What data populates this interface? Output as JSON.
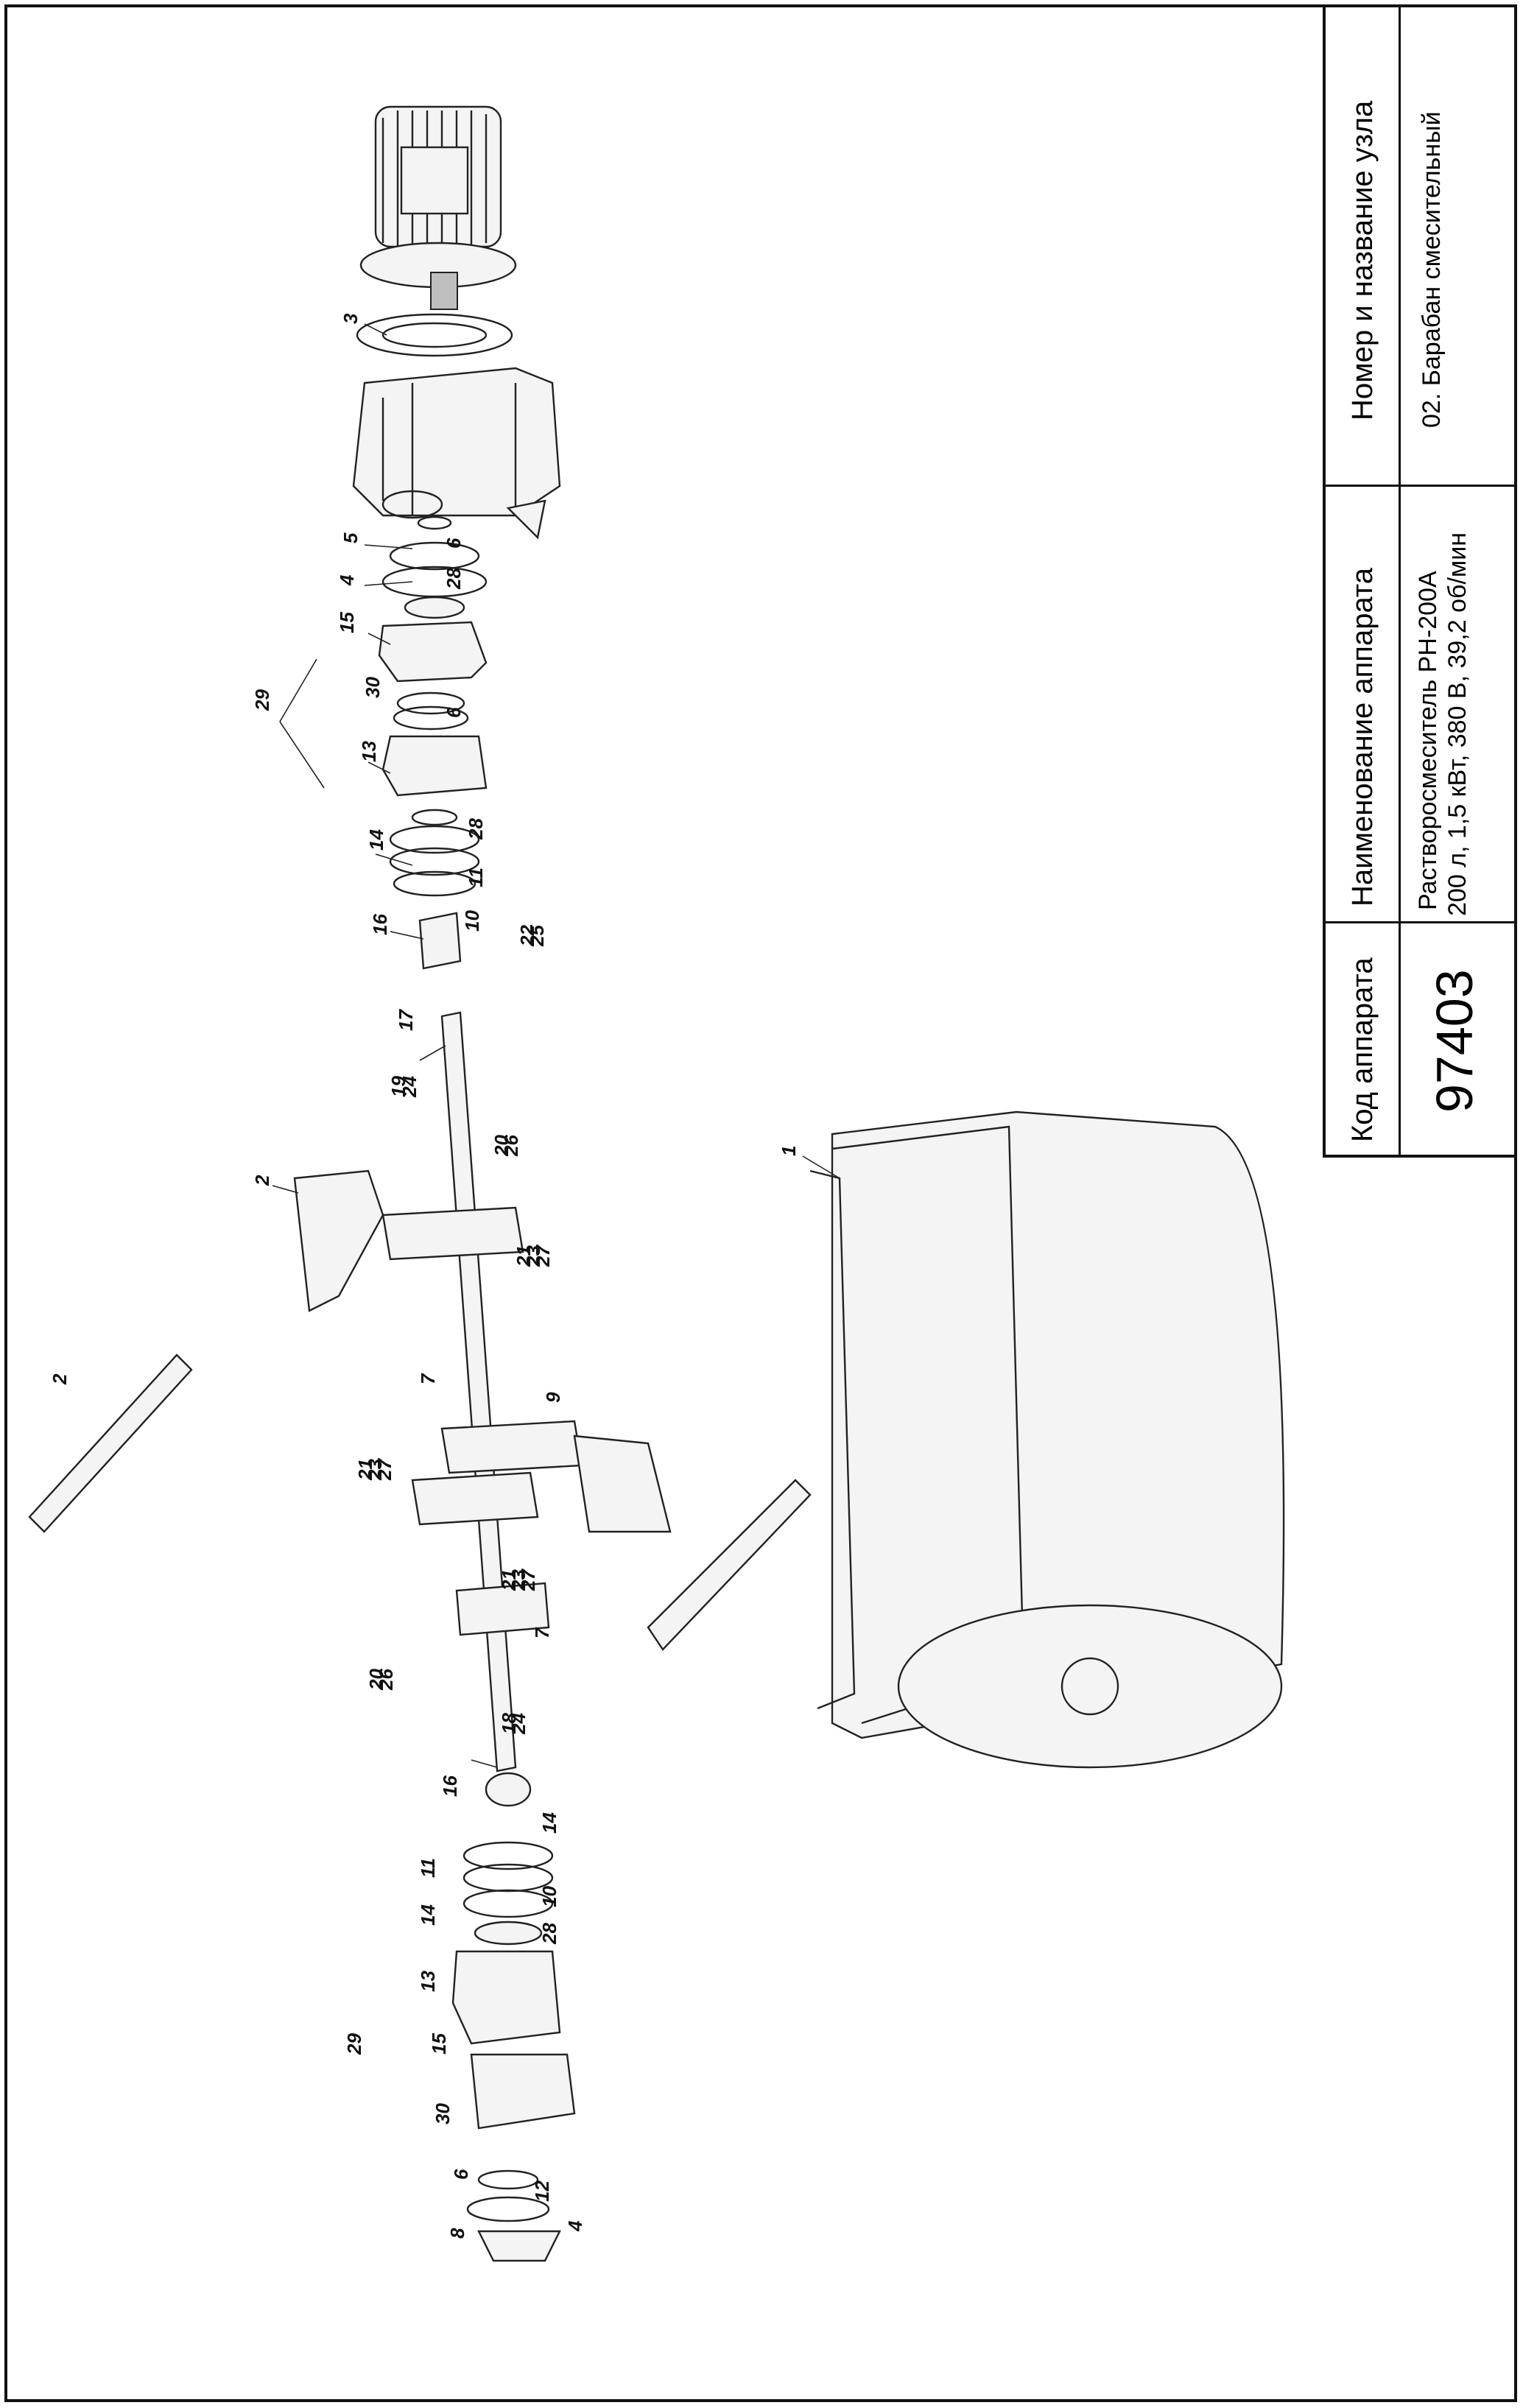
{
  "title_block": {
    "code_header": "Код аппарата",
    "code_value": "97403",
    "name_header": "Наименование аппарата",
    "name_line1": "Растворосмеситель РН-200А",
    "name_line2": "200 л, 1,5 кВт, 380 В, 39,2 об/мин",
    "unit_header": "Номер и название узла",
    "unit_value": "02. Барабан смесительный"
  },
  "callouts": [
    "3",
    "5",
    "6",
    "4",
    "28",
    "15",
    "29",
    "30",
    "6",
    "13",
    "28",
    "14",
    "11",
    "16",
    "10",
    "22",
    "25",
    "17",
    "19",
    "24",
    "20",
    "26",
    "2",
    "21",
    "23",
    "27",
    "7",
    "2",
    "9",
    "21",
    "23",
    "27",
    "1",
    "21",
    "23",
    "27",
    "7",
    "20",
    "26",
    "18",
    "24",
    "16",
    "14",
    "11",
    "10",
    "14",
    "28",
    "13",
    "29",
    "15",
    "30",
    "6",
    "12",
    "4",
    "8"
  ]
}
